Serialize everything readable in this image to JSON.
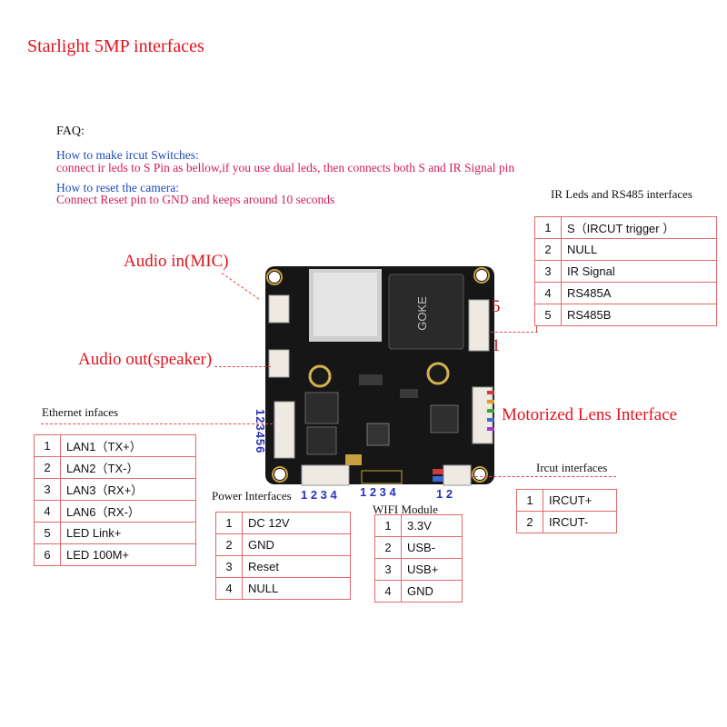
{
  "title": "Starlight 5MP interfaces",
  "faq": {
    "heading": "FAQ:",
    "q1": "How to make ircut Switches:",
    "a1": "connect ir leds to S Pin as bellow,if you use dual leds, then connects  both S and IR Signal pin",
    "q2": "How to reset the camera:",
    "a2": "Connect Reset pin to GND  and keeps around 10 seconds"
  },
  "labels": {
    "audio_in": "Audio in(MIC)",
    "audio_out": "Audio out(speaker)",
    "motorized": "Motorized Lens Interface",
    "ethernet": "Ethernet infaces",
    "power": "Power Interfaces",
    "wifi": "WIFI Module",
    "ircut": "Ircut interfaces",
    "ir_rs485": "IR Leds and RS485 interfaces"
  },
  "pin_markers": {
    "ir_top": "5",
    "ir_bottom": "1",
    "ethernet": "123456",
    "power": "1 2 3 4",
    "wifi": "1 2 3 4",
    "ircut": "1 2"
  },
  "chip_text": "GOKE",
  "tables": {
    "ir_rs485": [
      {
        "n": "1",
        "v": "S（IRCUT  trigger     ）"
      },
      {
        "n": "2",
        "v": "NULL"
      },
      {
        "n": "3",
        "v": "IR Signal"
      },
      {
        "n": "4",
        "v": "RS485A"
      },
      {
        "n": "5",
        "v": "RS485B"
      }
    ],
    "ethernet": [
      {
        "n": "1",
        "v": "LAN1（TX+）"
      },
      {
        "n": "2",
        "v": "LAN2（TX-）"
      },
      {
        "n": "3",
        "v": "LAN3（RX+）"
      },
      {
        "n": "4",
        "v": "LAN6（RX-）"
      },
      {
        "n": "5",
        "v": "LED Link+"
      },
      {
        "n": "6",
        "v": "LED 100M+"
      }
    ],
    "power": [
      {
        "n": "1",
        "v": "DC 12V"
      },
      {
        "n": "2",
        "v": "GND"
      },
      {
        "n": "3",
        "v": "Reset"
      },
      {
        "n": "4",
        "v": "NULL"
      }
    ],
    "wifi": [
      {
        "n": "1",
        "v": "3.3V"
      },
      {
        "n": "2",
        "v": "USB-"
      },
      {
        "n": "3",
        "v": "USB+"
      },
      {
        "n": "4",
        "v": "GND"
      }
    ],
    "ircut": [
      {
        "n": "1",
        "v": "IRCUT+"
      },
      {
        "n": "2",
        "v": "IRCUT-"
      }
    ]
  },
  "colors": {
    "title_red": "#e0141e",
    "question_blue": "#1f4bb8",
    "answer_pink": "#d41c5c",
    "pcb_black": "#141414",
    "connector_white": "#eeeae2"
  }
}
